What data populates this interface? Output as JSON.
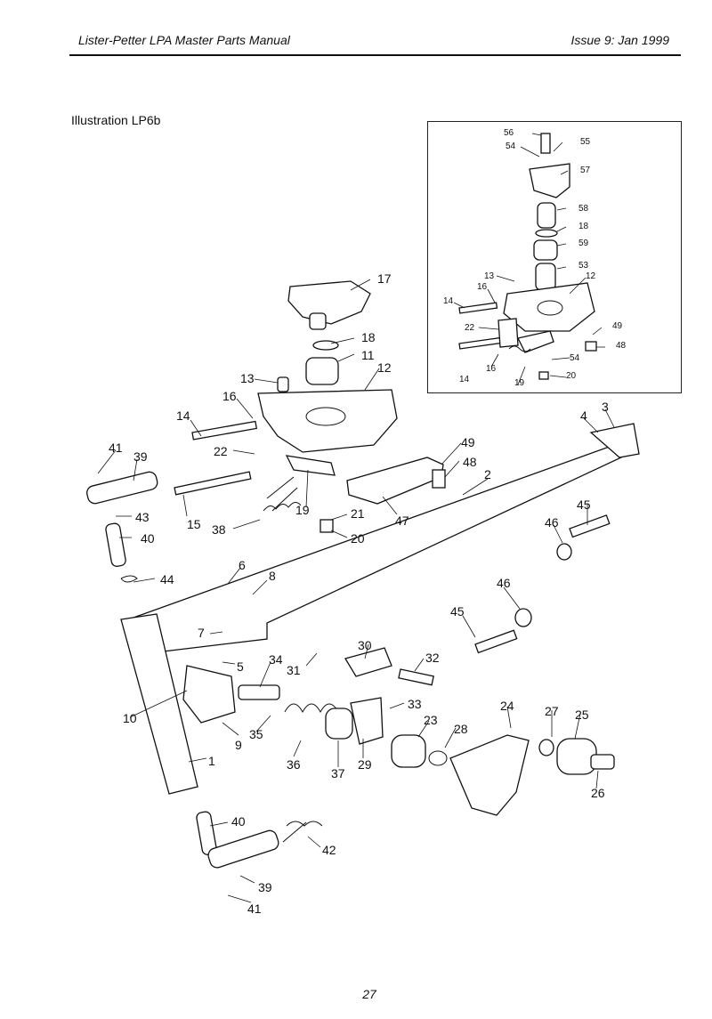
{
  "header": {
    "title": "Lister-Petter LPA Master Parts Manual",
    "issue": "Issue 9: Jan 1999"
  },
  "illustration": {
    "title": "Illustration LP6b",
    "main_labels": [
      "17",
      "18",
      "11",
      "12",
      "13",
      "16",
      "14",
      "22",
      "41",
      "39",
      "15",
      "38",
      "19",
      "21",
      "20",
      "47",
      "49",
      "48",
      "2",
      "4",
      "3",
      "43",
      "40",
      "44",
      "6",
      "8",
      "7",
      "5",
      "10",
      "9",
      "1",
      "34",
      "35",
      "36",
      "37",
      "29",
      "31",
      "30",
      "32",
      "33",
      "23",
      "28",
      "24",
      "27",
      "25",
      "26",
      "45",
      "46",
      "46",
      "45",
      "40",
      "42",
      "39",
      "41"
    ],
    "inset_labels": [
      "56",
      "55",
      "54",
      "57",
      "58",
      "18",
      "59",
      "53",
      "13",
      "12",
      "16",
      "14",
      "22",
      "49",
      "48",
      "54",
      "16",
      "19",
      "14",
      "20"
    ]
  },
  "page": {
    "number": "27"
  }
}
